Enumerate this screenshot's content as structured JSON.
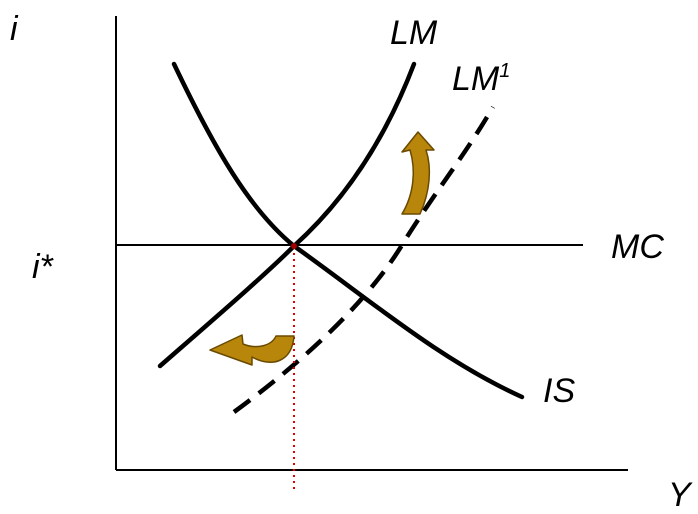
{
  "axes": {
    "y_label": "i",
    "x_label": "Y"
  },
  "equilibrium": {
    "rate_label": "i*"
  },
  "curves": {
    "lm": "LM",
    "lm_shifted": "LM",
    "lm_shifted_sup": "1",
    "is": "IS",
    "mc": "MC"
  },
  "colors": {
    "line": "#000000",
    "arrow_fill": "#B8860B",
    "arrow_stroke": "#6B4A00",
    "dotted": "#E00000"
  }
}
